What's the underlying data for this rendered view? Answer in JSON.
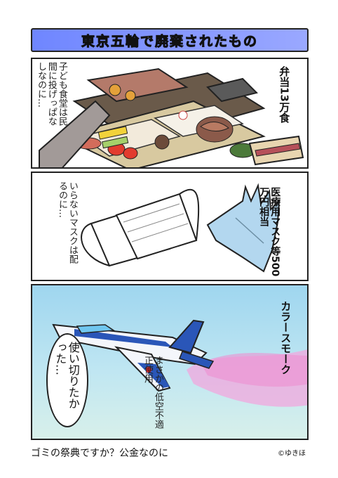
{
  "title": "東京五輪で廃棄されたもの",
  "panel1": {
    "label": "弁当13万食",
    "aside": "子ども食堂は民間に投げっぱなしなのに…"
  },
  "panel2": {
    "label": "医療用マスク等500万円相当",
    "aside": "いらないマスクは配るのに…"
  },
  "panel3": {
    "label": "カラースモーク",
    "speech": "使い切りたかった…",
    "note": "まさかの低空不適正使用"
  },
  "footer": {
    "caption": "ゴミの祭典ですか？公金なのに",
    "signature": "©ゆきほ"
  }
}
